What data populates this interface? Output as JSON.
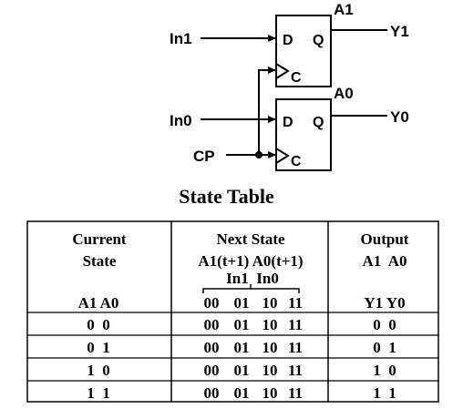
{
  "circuit": {
    "input_top": "In1",
    "input_bottom": "In0",
    "clock": "CP",
    "ff_top_name": "A1",
    "ff_bottom_name": "A0",
    "output_top": "Y1",
    "output_bottom": "Y0",
    "pin_d": "D",
    "pin_q": "Q",
    "pin_c": "C"
  },
  "title": "State Table",
  "table": {
    "col1_header": [
      "Current",
      "State"
    ],
    "col1_sub": "A1 A0",
    "col2_header": [
      "Next State",
      "A1(t+1) A0(t+1)"
    ],
    "col2_inputs": "In1  In0",
    "col2_codes": [
      "00",
      "01",
      "10",
      "11"
    ],
    "col3_header": [
      "Output",
      "A1  A0"
    ],
    "col3_sub": "Y1 Y0",
    "rows": [
      {
        "state": "0  0",
        "next": [
          "00",
          "01",
          "10",
          "11"
        ],
        "output": "0  0"
      },
      {
        "state": "0  1",
        "next": [
          "00",
          "01",
          "10",
          "11"
        ],
        "output": "0  1"
      },
      {
        "state": "1  0",
        "next": [
          "00",
          "01",
          "10",
          "11"
        ],
        "output": "1  0"
      },
      {
        "state": "1  1",
        "next": [
          "00",
          "01",
          "10",
          "11"
        ],
        "output": "1  1"
      }
    ]
  }
}
